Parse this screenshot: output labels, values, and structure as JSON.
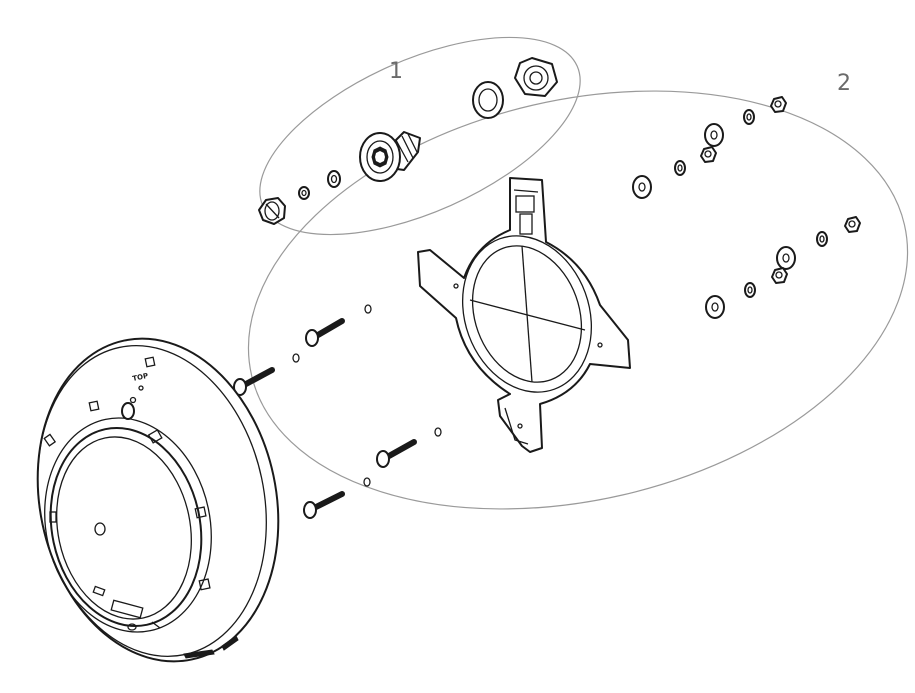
{
  "callouts": {
    "group_1": "1",
    "group_2": "2"
  },
  "light_label": "TOP",
  "colors": {
    "line": "#1a1a1a",
    "group_outline": "#9a9a9a",
    "callout_text": "#6a6a6a",
    "background": "#ffffff"
  }
}
